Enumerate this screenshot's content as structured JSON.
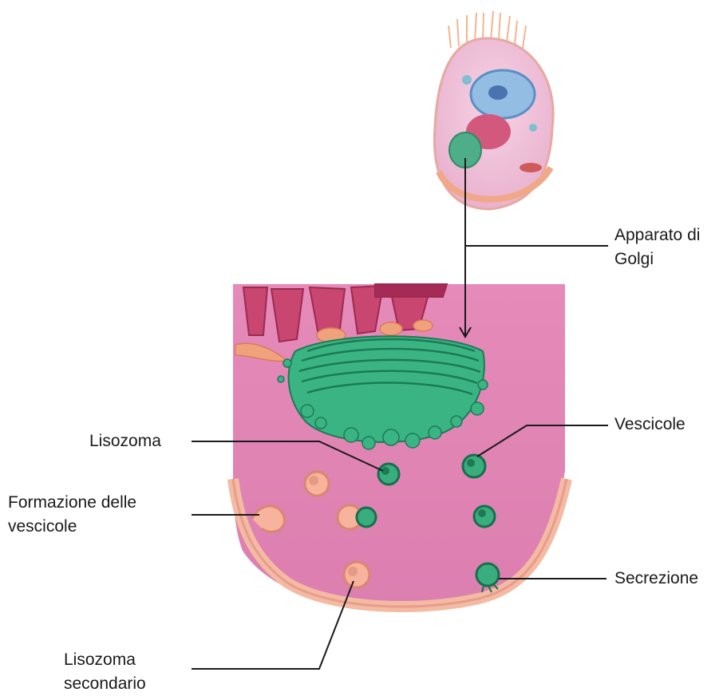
{
  "labels": {
    "golgi": [
      "Apparato di",
      "Golgi"
    ],
    "vescicole": "Vescicole",
    "lisozoma": "Lisozoma",
    "formazione": [
      "Formazione delle",
      "vescicole"
    ],
    "secrezione": "Secrezione",
    "lisozoma_secondario": [
      "Lisozoma",
      "secondario"
    ]
  },
  "colors": {
    "cytoplasm": "#e592be",
    "membrane": "#f2b9a2",
    "golgi": "#36b07e",
    "golgi_dark": "#1d7a55",
    "er": "#c23a66",
    "lysosome": "#f4a994",
    "line": "#1a1a1a"
  }
}
